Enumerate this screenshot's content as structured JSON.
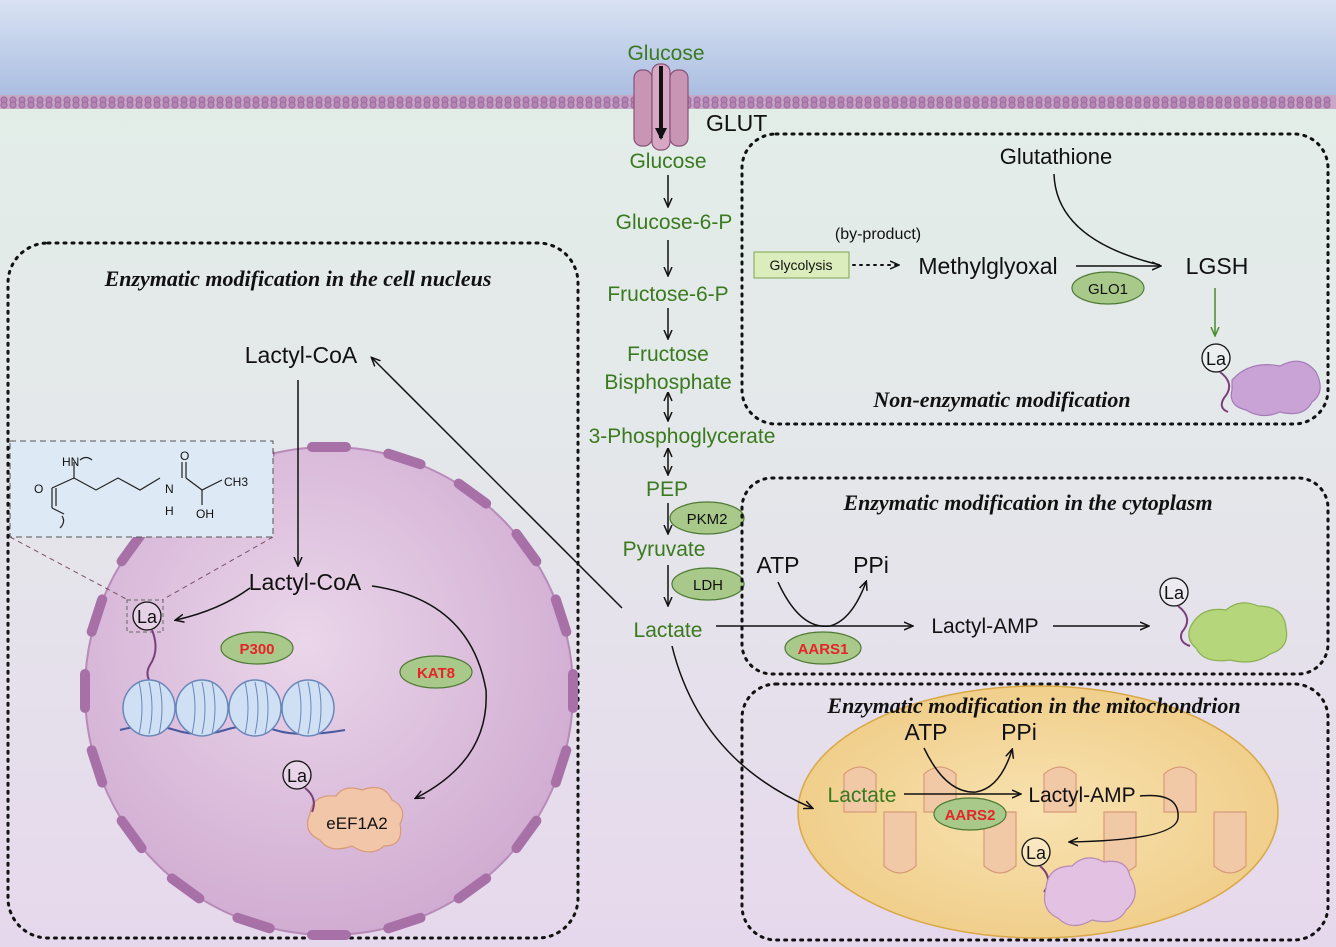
{
  "membrane": {
    "glucose_out": "Glucose",
    "transporter": "GLUT",
    "glucose_in": "Glucose"
  },
  "pathway": {
    "g6p": "Glucose-6-P",
    "f6p": "Fructose-6-P",
    "fbp_line1": "Fructose",
    "fbp_line2": "Bisphosphate",
    "pg3": "3-Phosphoglycerate",
    "pep": "PEP",
    "pkm2": "PKM2",
    "pyruvate": "Pyruvate",
    "ldh": "LDH",
    "lactate": "Lactate"
  },
  "nucleus": {
    "title": "Enzymatic modification in the cell nucleus",
    "lactyl_coa_outer": "Lactyl-CoA",
    "lactyl_coa_inner": "Lactyl-CoA",
    "la1": "La",
    "la2": "La",
    "p300": "P300",
    "kat8": "KAT8",
    "eef1a2": "eEF1A2",
    "structure": {
      "hn": "HN",
      "ch3": "CH3",
      "n": "N",
      "h": "H",
      "oh": "OH",
      "o1": "O",
      "o2": "O"
    }
  },
  "nonenzymatic": {
    "title": "Non-enzymatic modification",
    "glutathione": "Glutathione",
    "byproduct": "(by-product)",
    "glycolysis": "Glycolysis",
    "methylglyoxal": "Methylglyoxal",
    "glo1": "GLO1",
    "lgsh": "LGSH",
    "la": "La"
  },
  "cytoplasm": {
    "title": "Enzymatic modification in the cytoplasm",
    "atp": "ATP",
    "ppi": "PPi",
    "aars1": "AARS1",
    "lactyl_amp": "Lactyl-AMP",
    "la": "La"
  },
  "mitochondrion": {
    "title": "Enzymatic modification in the mitochondrion",
    "atp": "ATP",
    "ppi": "PPi",
    "lactate": "Lactate",
    "aars2": "AARS2",
    "lactyl_amp": "Lactyl-AMP",
    "la": "La"
  },
  "colors": {
    "pathway_text": "#3a7a1e",
    "enzyme_fill": "#a9c98a",
    "enzyme_red": "#e8232a",
    "nucleus_fill": "#d7b8d6",
    "mito_fill": "#f3d59a"
  }
}
